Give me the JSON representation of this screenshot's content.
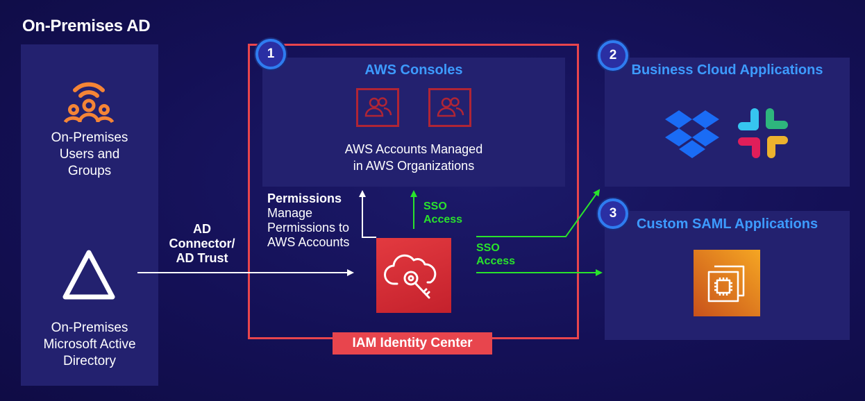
{
  "title": "On-Premises AD",
  "left": {
    "users_label": "On-Premises Users and Groups",
    "ad_label": "On-Premises Microsoft Active Directory"
  },
  "connector": {
    "label_line1": "AD",
    "label_line2": "Connector/",
    "label_line3": "AD Trust"
  },
  "consoles": {
    "badge": "1",
    "title": "AWS Consoles",
    "desc_line1": "AWS Accounts Managed",
    "desc_line2": "in AWS Organizations"
  },
  "permissions": {
    "title": "Permissions",
    "line1": "Manage",
    "line2": "Permissions to",
    "line3": "AWS Accounts"
  },
  "sso_up": {
    "line1": "SSO",
    "line2": "Access"
  },
  "sso_right": {
    "line1": "SSO",
    "line2": "Access"
  },
  "iam": {
    "label": "IAM Identity Center",
    "icon": "cloud-key-icon"
  },
  "business": {
    "badge": "2",
    "title": "Business Cloud Applications",
    "icons": [
      "dropbox-icon",
      "slack-icon"
    ]
  },
  "saml": {
    "badge": "3",
    "title": "Custom SAML Applications",
    "icon": "ec2-chip-icon"
  },
  "colors": {
    "background": "#141056",
    "panel": "#23216f",
    "accent_blue": "#3d9bff",
    "iam_red": "#e8454d",
    "sso_green": "#29e32c",
    "orange": "#f58536"
  }
}
